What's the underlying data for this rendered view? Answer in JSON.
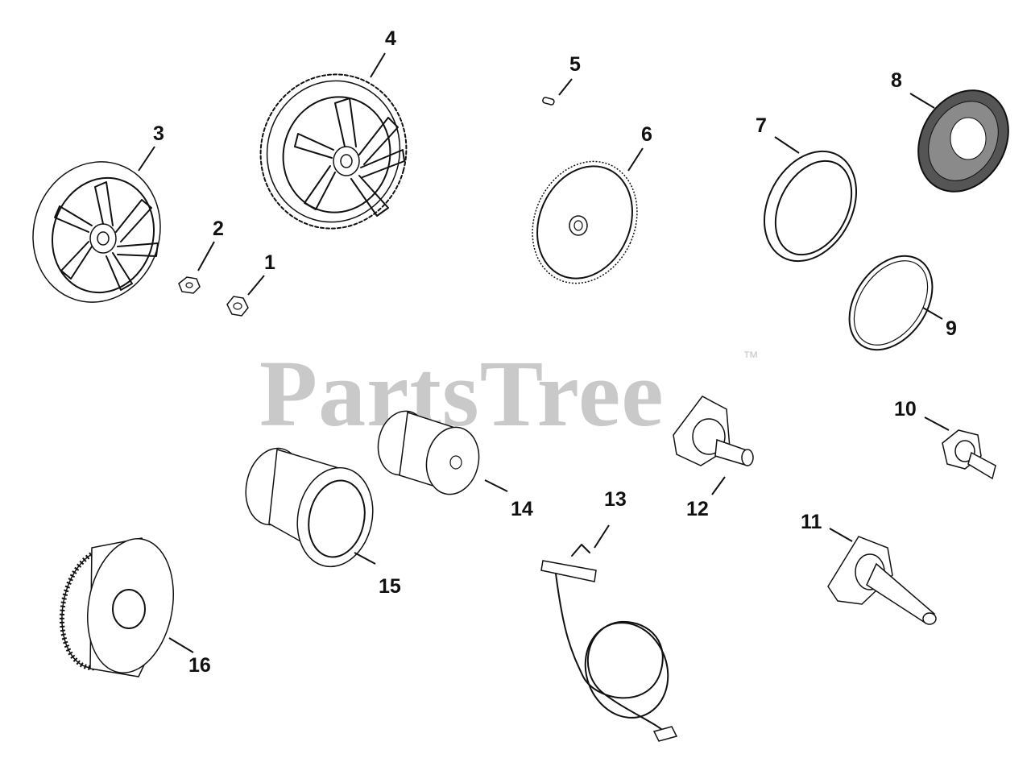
{
  "watermark": {
    "text": "PartsTree",
    "tm": "™"
  },
  "callouts": {
    "c1": "1",
    "c2": "2",
    "c3": "3",
    "c4": "4",
    "c5": "5",
    "c6": "6",
    "c7": "7",
    "c8": "8",
    "c9": "9",
    "c10": "10",
    "c11": "11",
    "c12": "12",
    "c13": "13",
    "c14": "14",
    "c15": "15",
    "c16": "16"
  }
}
